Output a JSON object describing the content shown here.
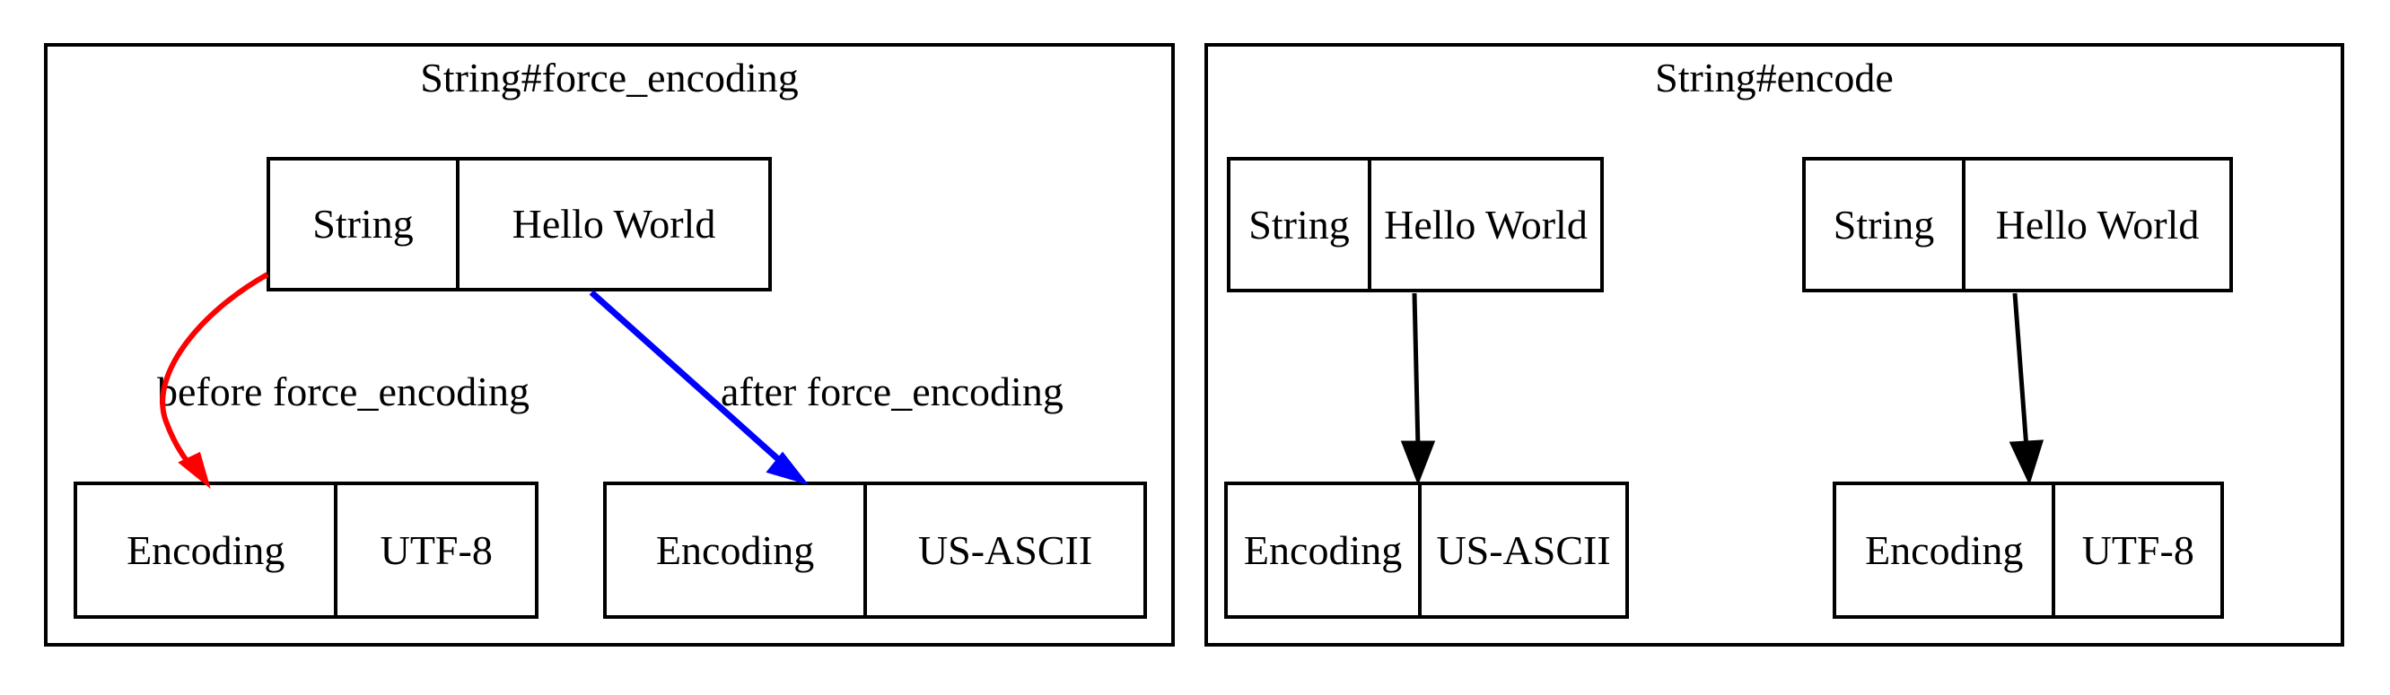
{
  "diagram": {
    "type": "graphviz-record-diagram",
    "background": "#ffffff",
    "clusters": [
      {
        "id": "cluster-force-encoding",
        "title": "String#force_encoding",
        "nodes": [
          {
            "id": "fe-string",
            "fields": [
              "String",
              "Hello World"
            ]
          },
          {
            "id": "fe-encoding-utf8",
            "fields": [
              "Encoding",
              "UTF-8"
            ]
          },
          {
            "id": "fe-encoding-usascii",
            "fields": [
              "Encoding",
              "US-ASCII"
            ]
          }
        ],
        "edges": [
          {
            "id": "edge-before",
            "label": "before force_encoding",
            "color": "#ff0000",
            "from": "fe-string",
            "to": "fe-encoding-utf8",
            "style": "curved"
          },
          {
            "id": "edge-after",
            "label": "after force_encoding",
            "color": "#0000ff",
            "from": "fe-string",
            "to": "fe-encoding-usascii",
            "style": "straight"
          }
        ]
      },
      {
        "id": "cluster-encode",
        "title": "String#encode",
        "nodes": [
          {
            "id": "en-string-1",
            "fields": [
              "String",
              "Hello World"
            ]
          },
          {
            "id": "en-string-2",
            "fields": [
              "String",
              "Hello World"
            ]
          },
          {
            "id": "en-encoding-usascii",
            "fields": [
              "Encoding",
              "US-ASCII"
            ]
          },
          {
            "id": "en-encoding-utf8",
            "fields": [
              "Encoding",
              "UTF-8"
            ]
          }
        ],
        "edges": [
          {
            "id": "edge-encode-1",
            "label": "",
            "color": "#000000",
            "from": "en-string-1",
            "to": "en-encoding-usascii",
            "style": "straight"
          },
          {
            "id": "edge-encode-2",
            "label": "",
            "color": "#000000",
            "from": "en-string-2",
            "to": "en-encoding-utf8",
            "style": "straight"
          }
        ]
      }
    ]
  },
  "colors": {
    "outline": "#000000",
    "before_edge": "#ff0000",
    "after_edge": "#0000ff",
    "plain_edge": "#000000",
    "background": "#ffffff"
  }
}
